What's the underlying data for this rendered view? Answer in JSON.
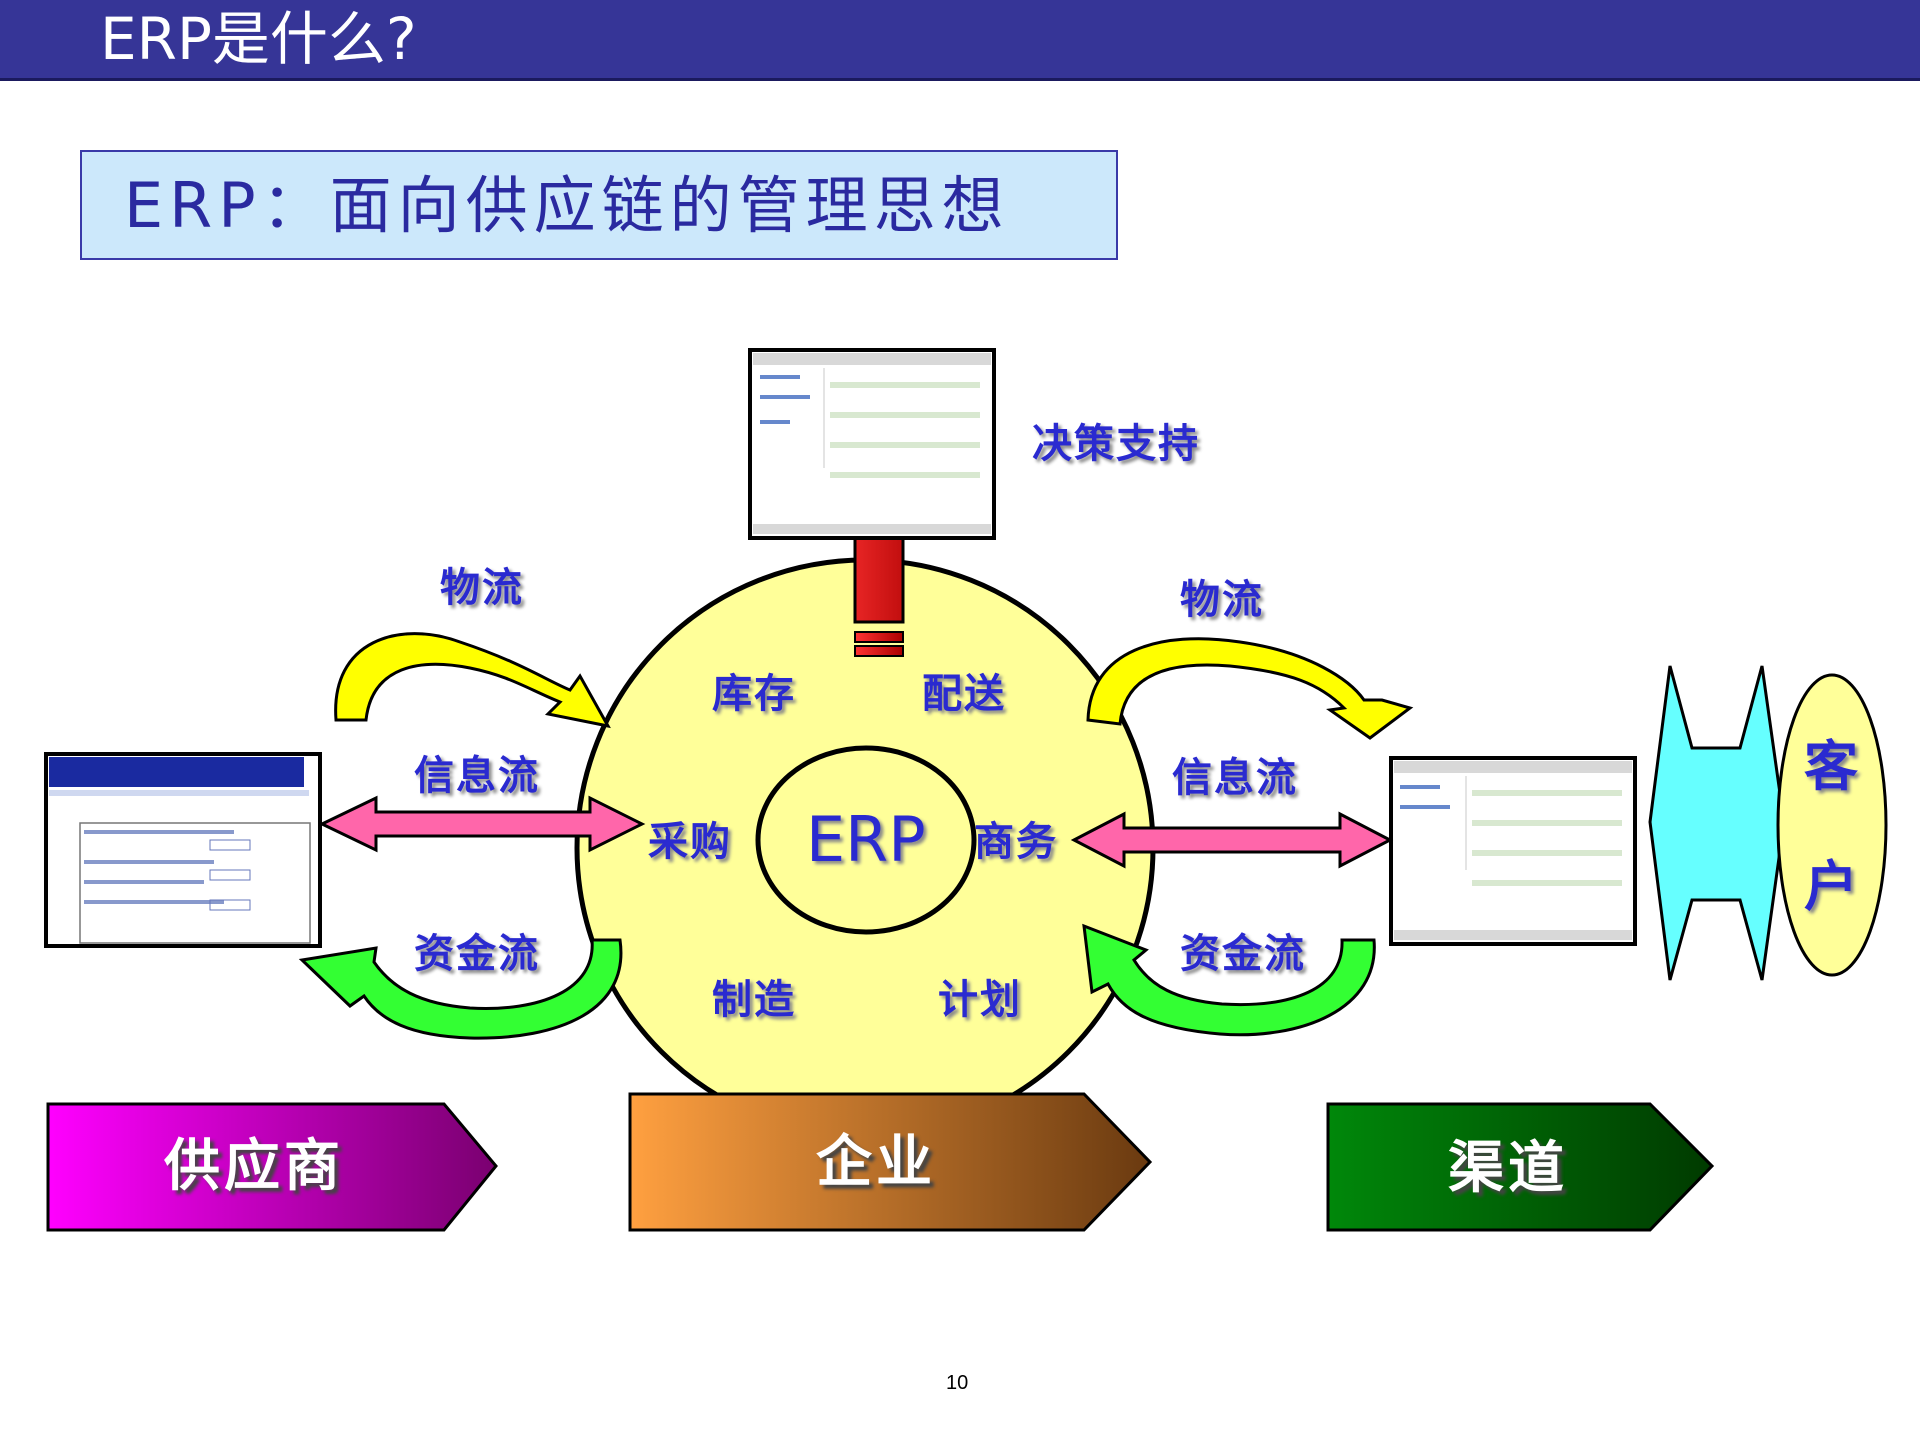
{
  "header": {
    "title": "ERP是什么?"
  },
  "subtitle": "ERP：面向供应链的管理思想",
  "center": {
    "core": "ERP",
    "modules": [
      "库存",
      "配送",
      "采购",
      "商务",
      "制造",
      "计划"
    ]
  },
  "decision": "决策支持",
  "flows": {
    "left": {
      "logistics": "物流",
      "information": "信息流",
      "capital": "资金流"
    },
    "right": {
      "logistics": "物流",
      "information": "信息流",
      "capital": "资金流"
    }
  },
  "bands": {
    "supplier": "供应商",
    "enterprise": "企业",
    "channel": "渠道"
  },
  "customer": {
    "line1": "客",
    "line2": "户"
  },
  "page_number": "10",
  "colors": {
    "header": "#363597",
    "circle": "#ffff99",
    "label_text": "#2a2ad0",
    "yellow_arrow": "#ffff00",
    "green_arrow": "#33ff33",
    "pink_arrow": "#ff66aa",
    "red_arrow": "#dd0000",
    "cyan_shape": "#66ffff",
    "supplier_band": "#ff00ff",
    "enterprise_band": "#ffa040",
    "channel_band": "#008800"
  }
}
